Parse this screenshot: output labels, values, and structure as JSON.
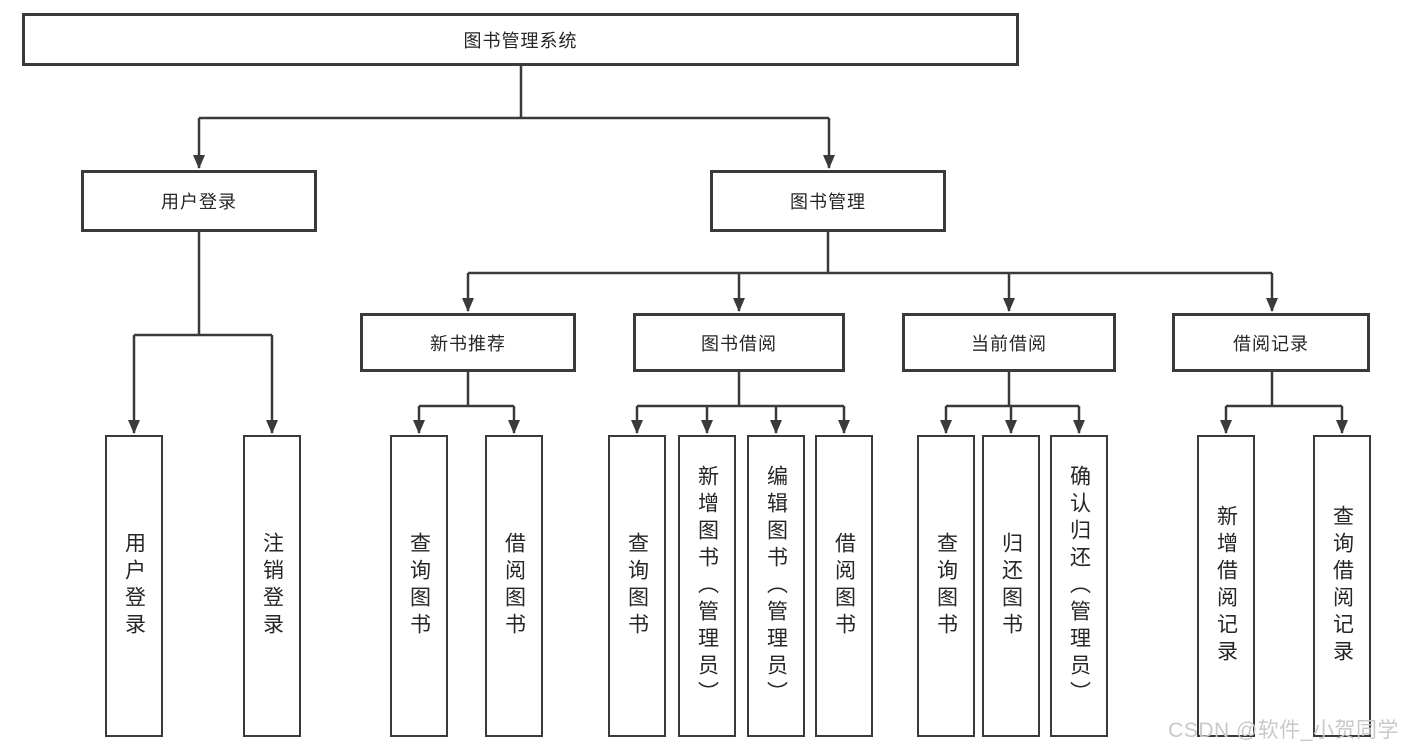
{
  "diagram_title": "图书管理系统",
  "tree": {
    "label": "图书管理系统",
    "children": [
      {
        "label": "用户登录",
        "children": [
          {
            "label": "用户登录"
          },
          {
            "label": "注销登录"
          }
        ]
      },
      {
        "label": "图书管理",
        "children": [
          {
            "label": "新书推荐",
            "children": [
              {
                "label": "查询图书"
              },
              {
                "label": "借阅图书"
              }
            ]
          },
          {
            "label": "图书借阅",
            "children": [
              {
                "label": "查询图书"
              },
              {
                "label": "新增图书（管理员）"
              },
              {
                "label": "编辑图书（管理员）"
              },
              {
                "label": "借阅图书"
              }
            ]
          },
          {
            "label": "当前借阅",
            "children": [
              {
                "label": "查询图书"
              },
              {
                "label": "归还图书"
              },
              {
                "label": "确认归还（管理员）"
              }
            ]
          },
          {
            "label": "借阅记录",
            "children": [
              {
                "label": "新增借阅记录"
              },
              {
                "label": "查询借阅记录"
              }
            ]
          }
        ]
      }
    ]
  },
  "watermark": "CSDN @软件_小贺同学",
  "colors": {
    "line": "#3a3a3a",
    "text": "#262626",
    "background": "#ffffff",
    "watermark": "#c9c9c9"
  }
}
